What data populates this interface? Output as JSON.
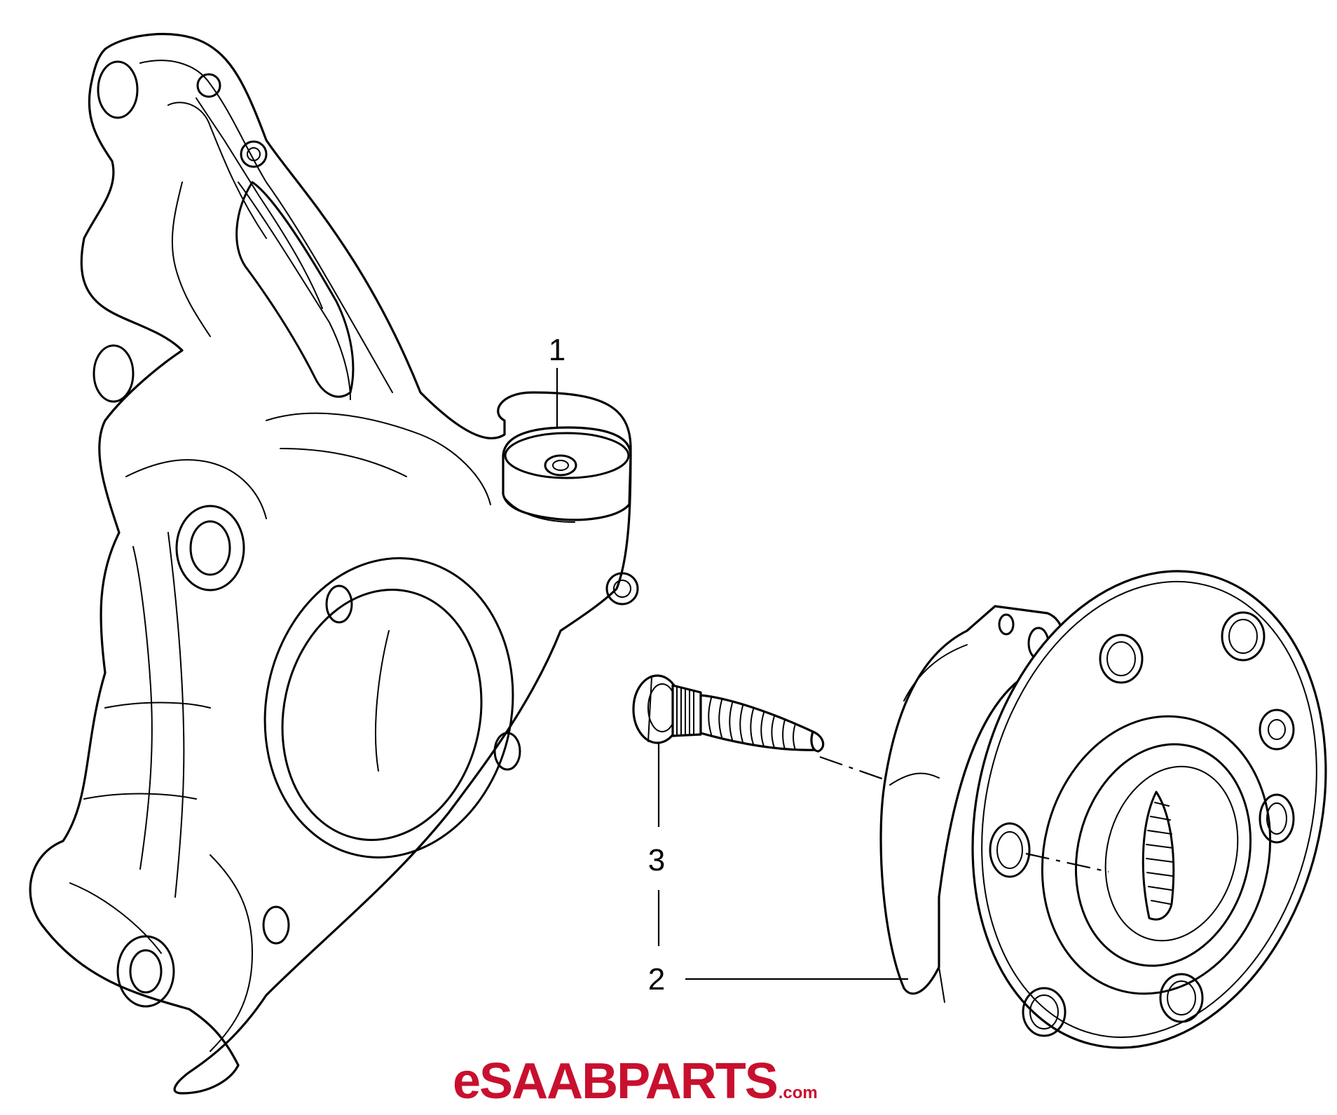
{
  "callouts": {
    "one": "1",
    "two": "2",
    "three": "3"
  },
  "logo": {
    "prefix": "e",
    "brand": "SAAB",
    "suffix": "PARTS",
    "tld": ".com",
    "color": "#c8102e"
  },
  "parts": [
    {
      "icon": "steering-knuckle-icon"
    },
    {
      "icon": "wheel-hub-bearing-icon"
    },
    {
      "icon": "wheel-stud-icon"
    }
  ]
}
